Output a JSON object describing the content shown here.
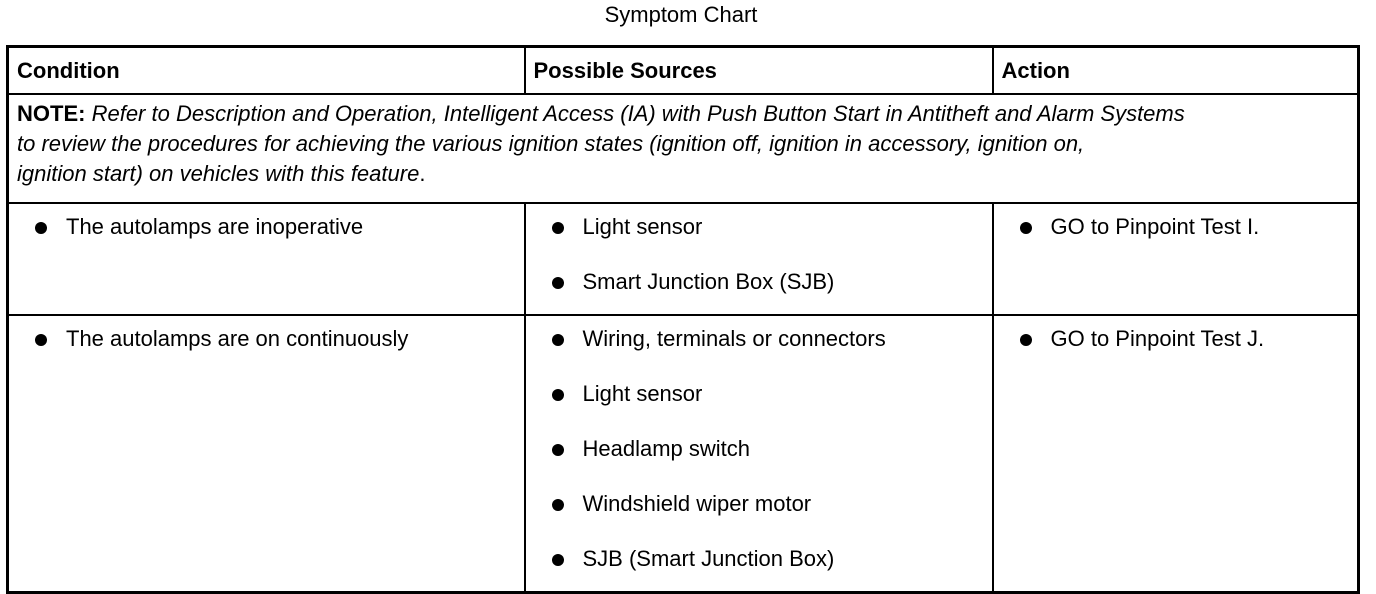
{
  "caption": "Symptom Chart",
  "headers": {
    "condition": "Condition",
    "sources": "Possible Sources",
    "action": "Action"
  },
  "note": {
    "label": "NOTE:",
    "line1": "Refer to Description and Operation, Intelligent Access (IA) with Push Button Start in Antitheft and Alarm Systems",
    "line2": "to review the procedures for achieving the various ignition states (ignition off, ignition in accessory, ignition on,",
    "line3": "ignition start) on vehicles with this feature",
    "end": "."
  },
  "rows": [
    {
      "condition": "The autolamps are inoperative",
      "sources": [
        "Light sensor",
        "Smart Junction Box (SJB)"
      ],
      "action": "GO to Pinpoint Test I."
    },
    {
      "condition": "The autolamps are on continuously",
      "sources": [
        "Wiring, terminals or connectors",
        "Light sensor",
        "Headlamp switch",
        "Windshield wiper motor",
        "SJB (Smart Junction Box)"
      ],
      "action": "GO to Pinpoint Test J."
    }
  ]
}
